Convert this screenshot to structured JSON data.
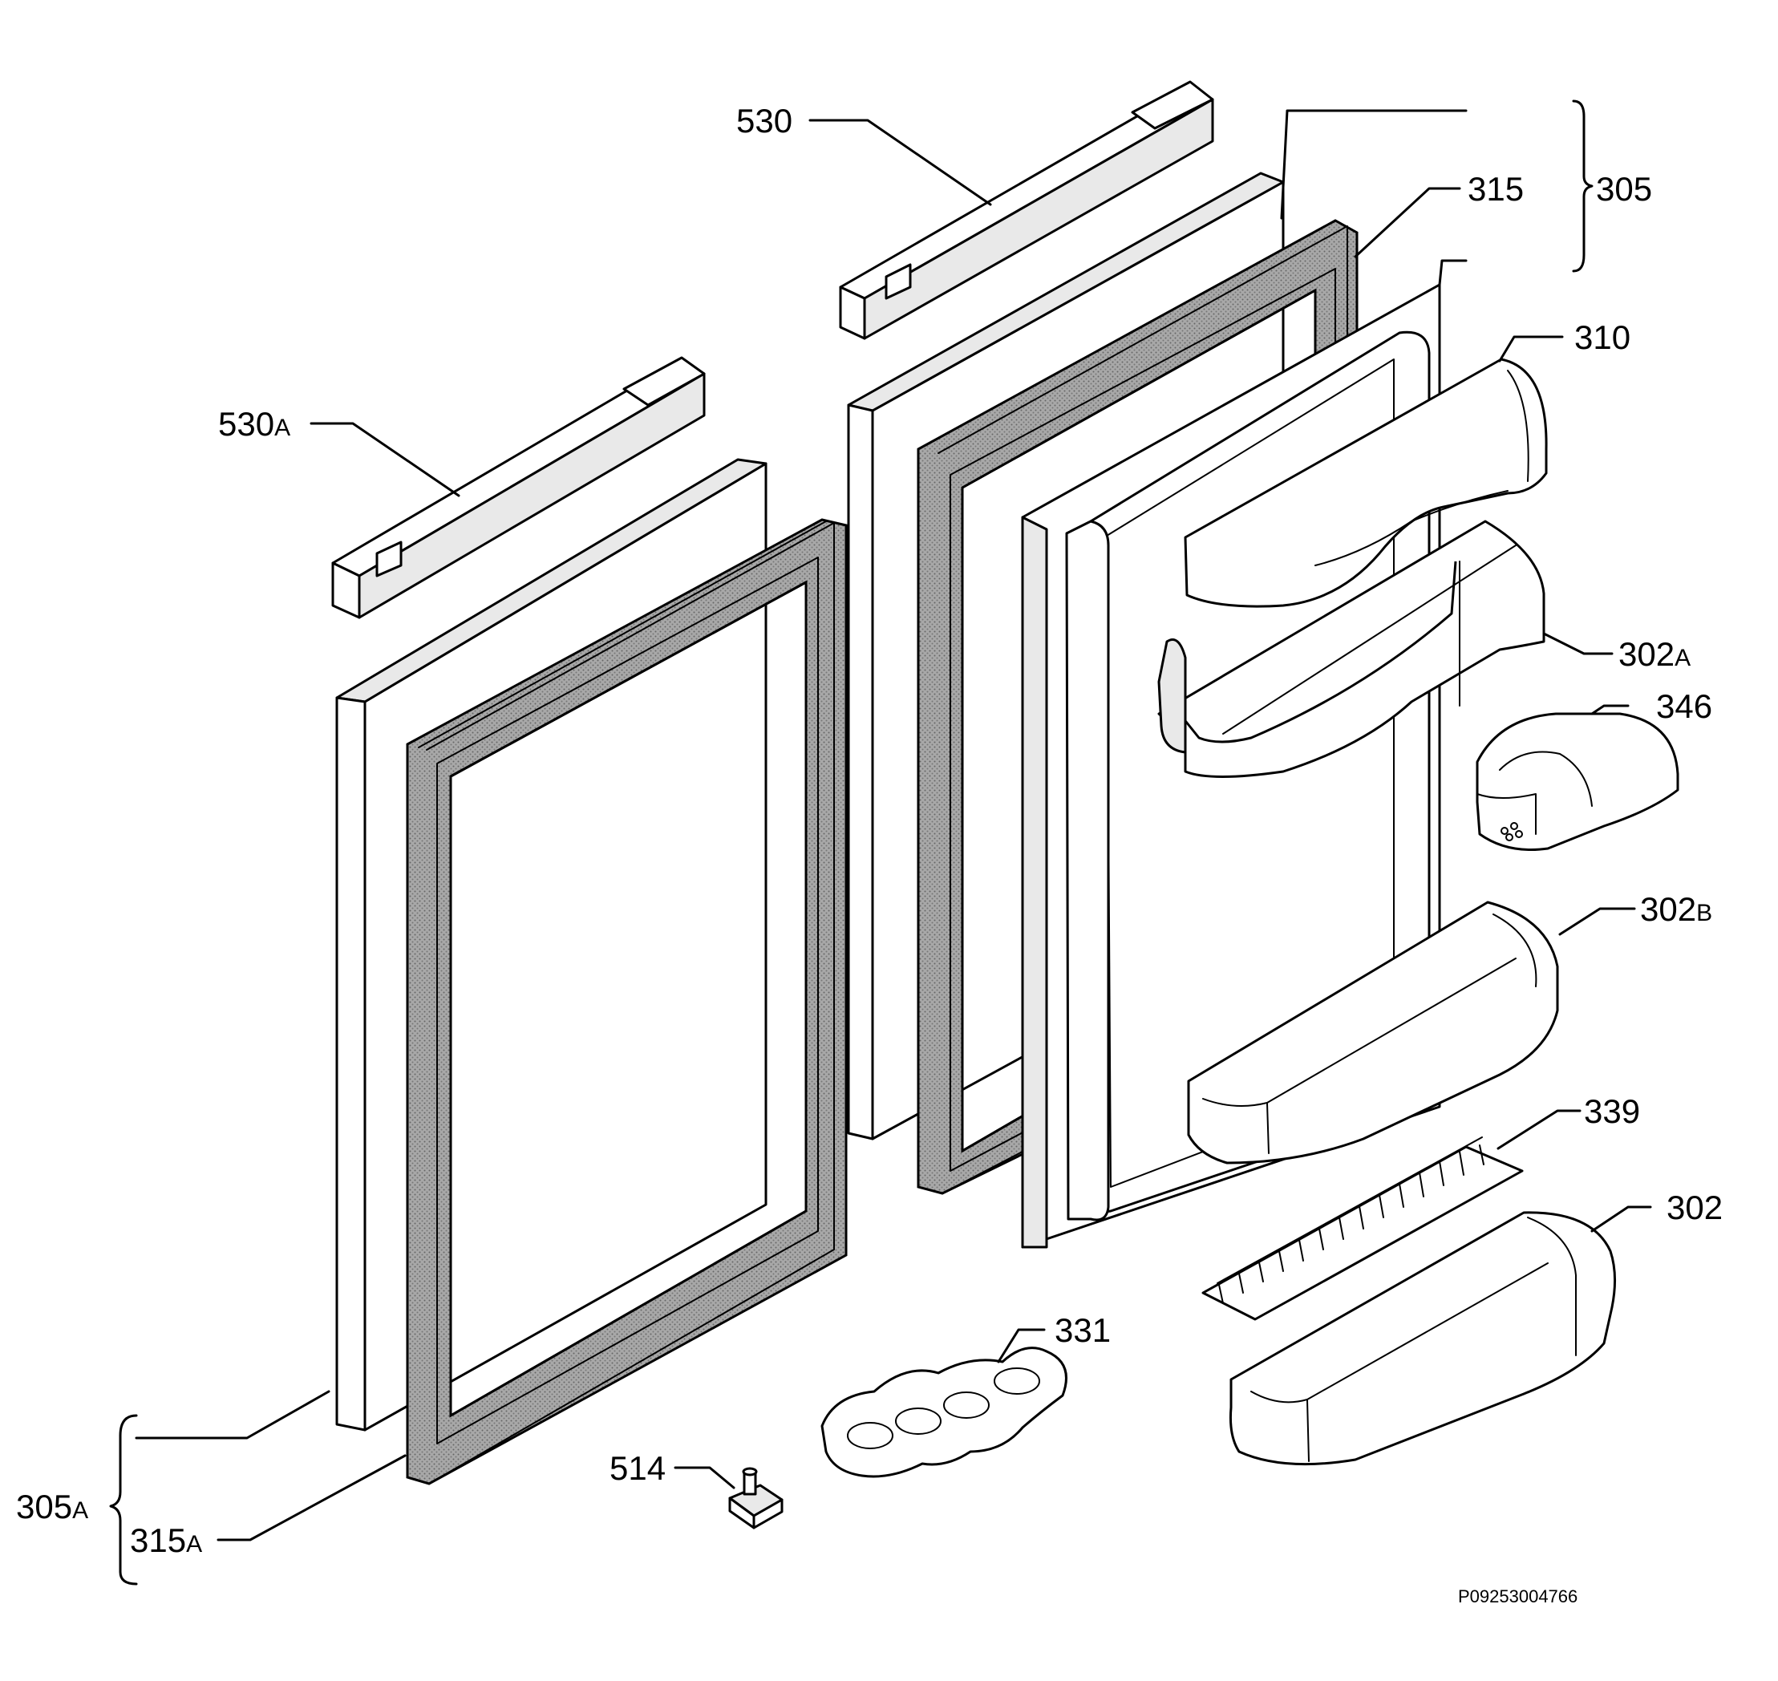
{
  "labels": {
    "l530": {
      "num": "530",
      "suf": ""
    },
    "l530a": {
      "num": "530",
      "suf": "A"
    },
    "l305": {
      "num": "305",
      "suf": ""
    },
    "l315": {
      "num": "315",
      "suf": ""
    },
    "l310": {
      "num": "310",
      "suf": ""
    },
    "l302a": {
      "num": "302",
      "suf": "A"
    },
    "l346": {
      "num": "346",
      "suf": ""
    },
    "l302b": {
      "num": "302",
      "suf": "B"
    },
    "l339": {
      "num": "339",
      "suf": ""
    },
    "l302": {
      "num": "302",
      "suf": ""
    },
    "l331": {
      "num": "331",
      "suf": ""
    },
    "l514": {
      "num": "514",
      "suf": ""
    },
    "l305a": {
      "num": "305",
      "suf": "A"
    },
    "l315a": {
      "num": "315",
      "suf": "A"
    }
  },
  "code": "P09253004766"
}
